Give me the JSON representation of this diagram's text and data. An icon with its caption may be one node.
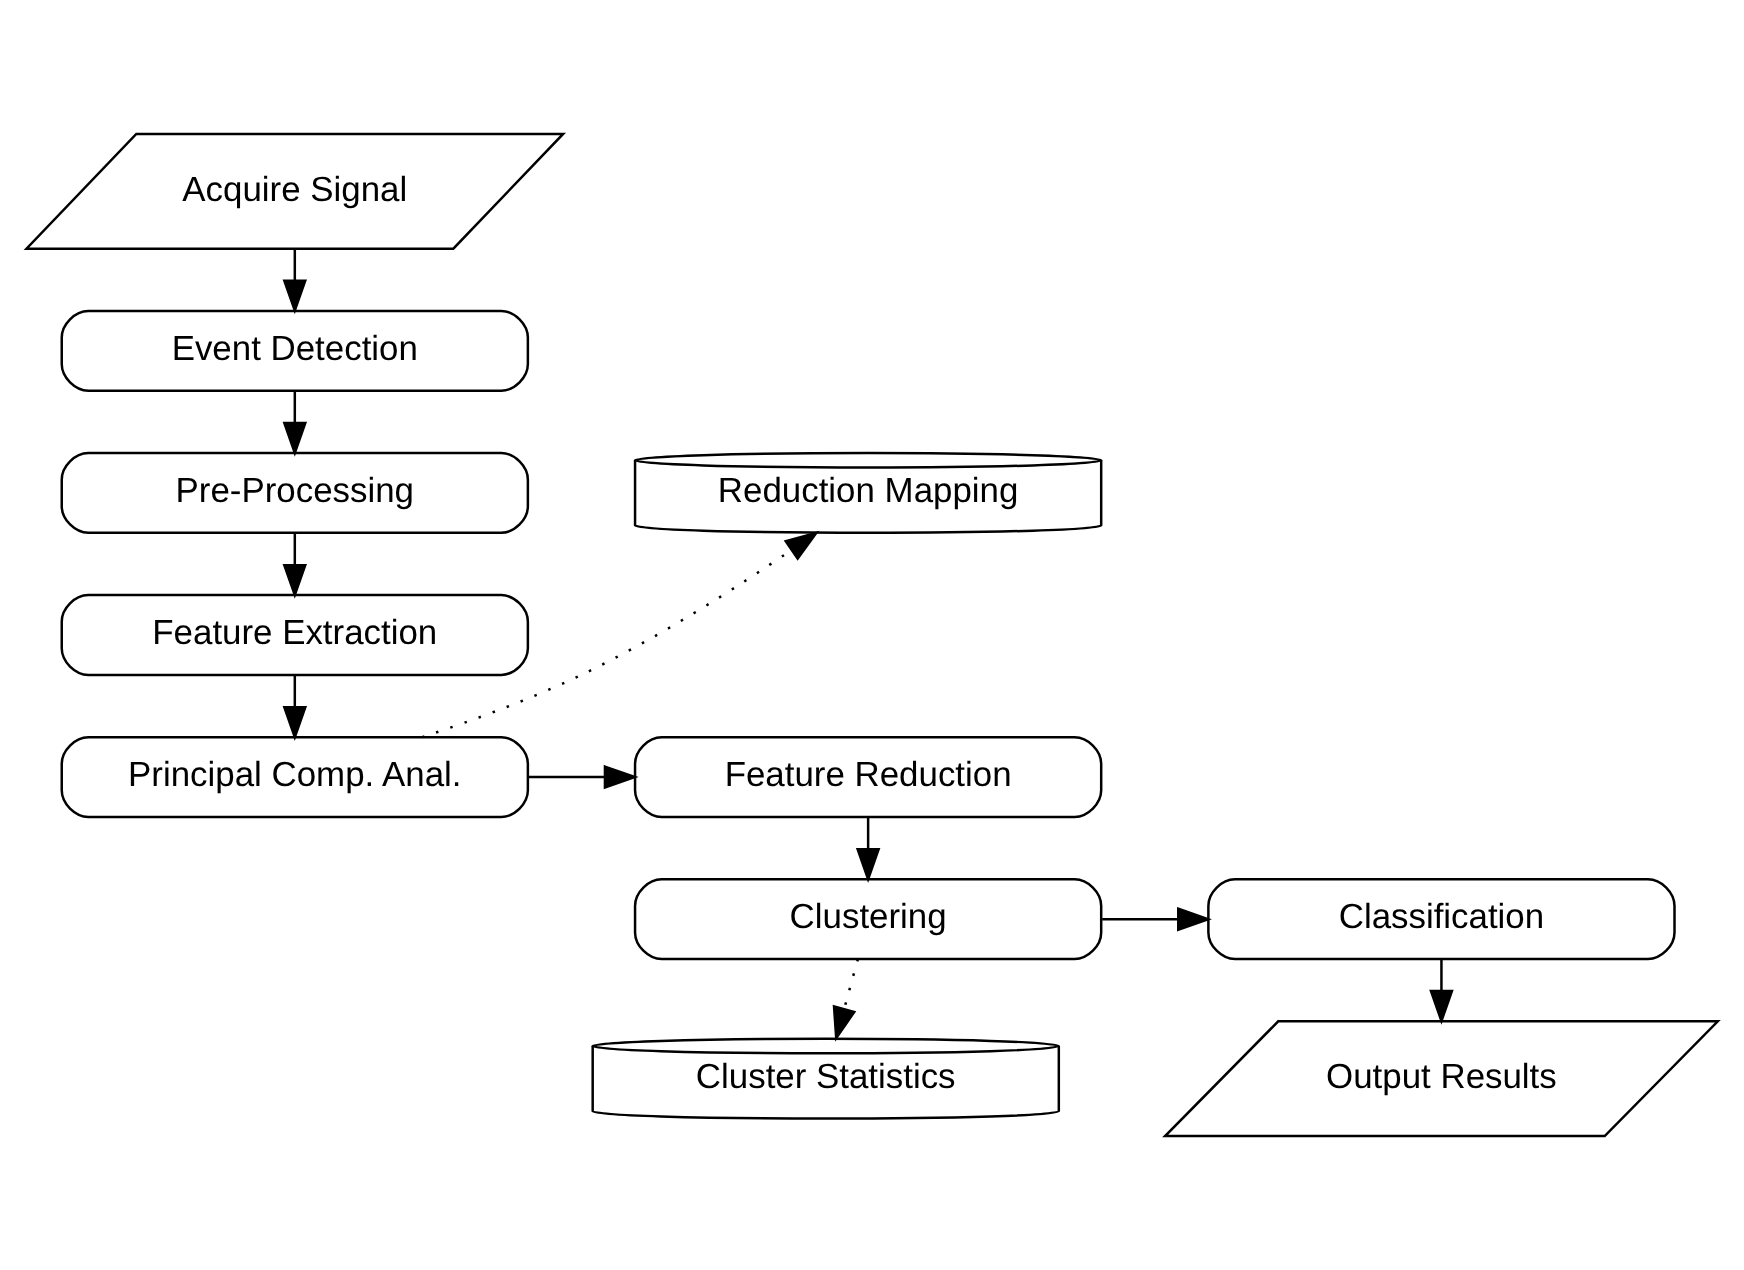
{
  "diagram": {
    "nodes": [
      {
        "text": [
          "Acquire Signal"
        ]
      },
      {
        "text": [
          "Event Detection"
        ]
      },
      {
        "text": [
          "Pre-Processing"
        ]
      },
      {
        "text": [
          "Feature Extraction"
        ]
      },
      {
        "text": [
          "Feature Reduction"
        ]
      },
      {
        "text": [
          "Classification"
        ]
      },
      {
        "text": [
          "Output Results"
        ]
      },
      {
        "text": [
          "Reduction Mapping"
        ]
      },
      {
        "text": [
          "Principal Comp. Anal."
        ]
      },
      {
        "text": [
          "Clustering"
        ]
      },
      {
        "text": [
          "Cluster Statistics"
        ]
      }
    ],
    "edges": [
      {
        "from": 0,
        "to": 1,
        "arrow": "to"
      },
      {
        "from": 1,
        "to": 2,
        "arrow": "to"
      },
      {
        "from": 2,
        "to": 3,
        "arrow": "to"
      },
      {
        "from": 3,
        "to": 8,
        "arrow": "to"
      },
      {
        "from": 8,
        "to": 4,
        "arrow": "to"
      },
      {
        "from": 4,
        "to": 9,
        "arrow": "to"
      },
      {
        "from": 9,
        "to": 5,
        "arrow": "to"
      },
      {
        "from": 5,
        "to": 6,
        "arrow": "to"
      },
      {
        "from": 8,
        "to": 7,
        "arrow": "to",
        "style": "dashed"
      },
      {
        "from": 9,
        "to": 10,
        "arrow": "to",
        "style": "dashed"
      }
    ]
  }
}
